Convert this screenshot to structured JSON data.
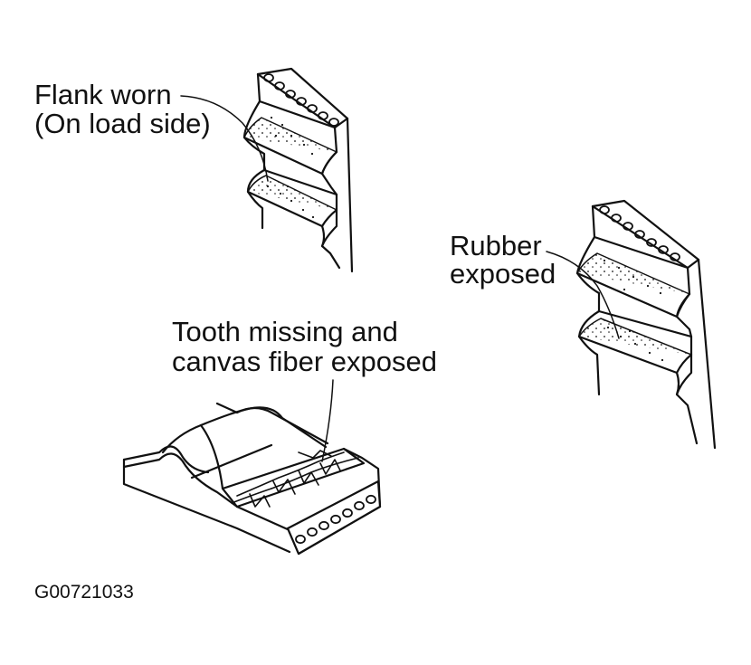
{
  "labels": {
    "flank_worn_line1": "Flank worn",
    "flank_worn_line2": "(On load side)",
    "rubber_exposed_line1": "Rubber",
    "rubber_exposed_line2": "exposed",
    "tooth_missing_line1": "Tooth missing and",
    "tooth_missing_line2": "canvas fiber exposed",
    "figure_code": "G00721033"
  },
  "colors": {
    "ink": "#111111",
    "background": "#ffffff"
  }
}
